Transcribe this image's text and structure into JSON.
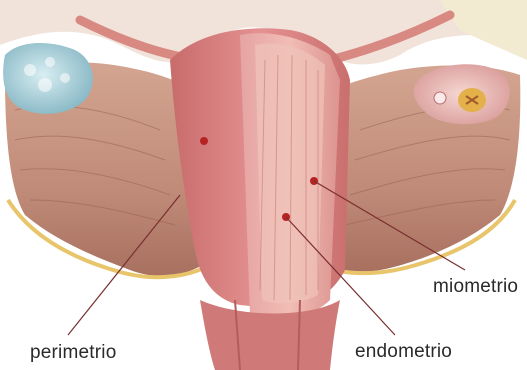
{
  "labels": {
    "miometrio": "miometrio",
    "perimetrio": "perimetrio",
    "endometrio": "endometrio"
  },
  "colors": {
    "background": "#ffffff",
    "ligament": "#c99a86",
    "uterus_wall": "#d77f7f",
    "endometrium": "#e9a2a0",
    "ovary_left": "#a9cfd8",
    "pointer_line": "#7a2f2f",
    "label_text": "#2a2a2a"
  }
}
